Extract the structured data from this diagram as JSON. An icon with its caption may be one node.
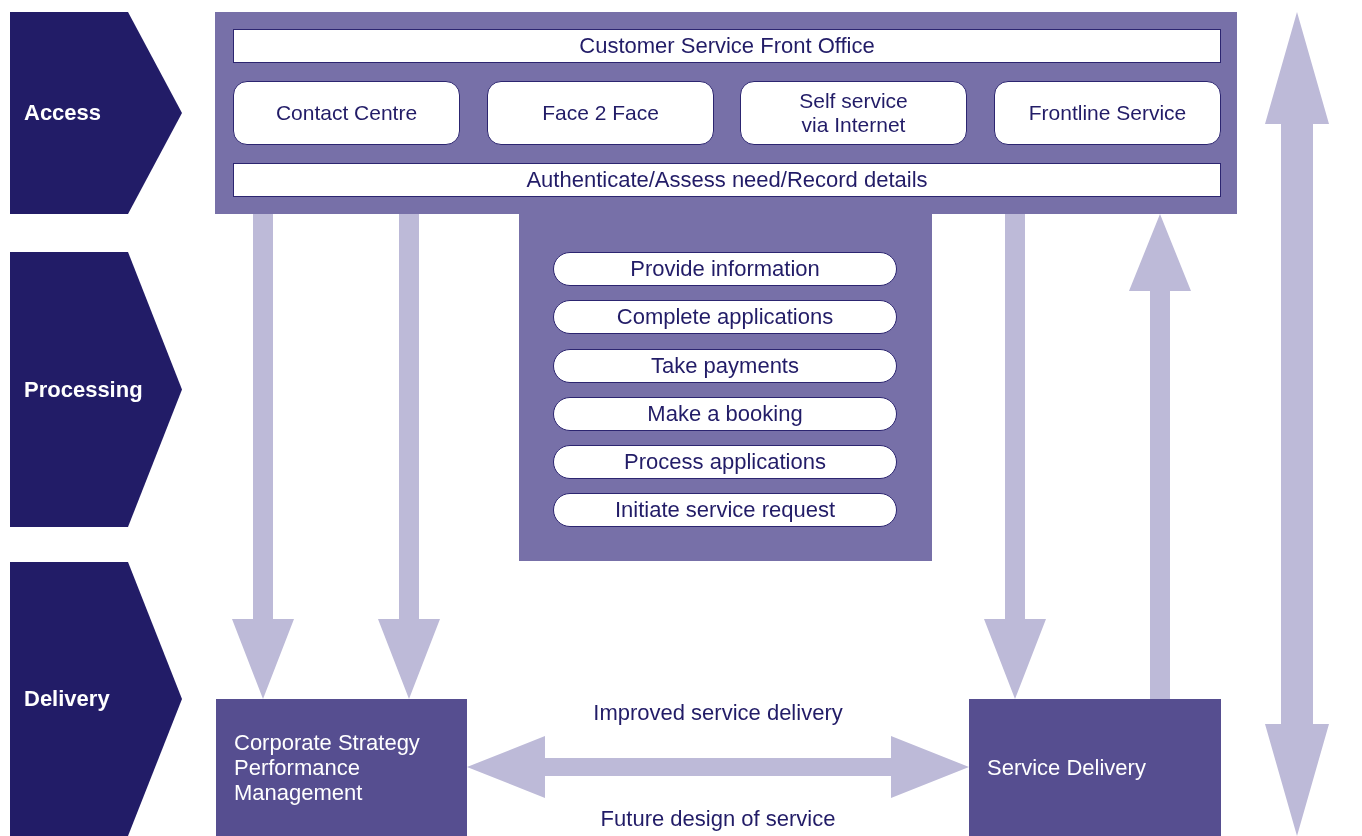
{
  "diagram": {
    "nodes": [
      {
        "text": [
          "Access"
        ]
      },
      {
        "text": [
          "Processing"
        ]
      },
      {
        "text": [
          "Delivery"
        ]
      },
      {
        "text": [],
        "shape": "box"
      },
      {
        "text": [
          "Customer Service Front Office"
        ],
        "in": 3
      },
      {
        "text": [
          "Contact Centre"
        ],
        "in": 3
      },
      {
        "text": [
          "Face 2 Face"
        ],
        "in": 3
      },
      {
        "text": [
          "Self service via Internet"
        ],
        "in": 3
      },
      {
        "text": [
          "Frontline Service"
        ],
        "in": 3
      },
      {
        "text": [
          "Authenticate/Assess need/Record details"
        ],
        "in": 3
      },
      {
        "text": [
          "Provide information"
        ],
        "in": 3
      },
      {
        "text": [
          "Complete applications"
        ],
        "in": 3
      },
      {
        "text": [
          "Take payments"
        ],
        "in": 3
      },
      {
        "text": [
          "Make a booking"
        ],
        "in": 3
      },
      {
        "text": [
          "Process applications"
        ],
        "in": 3
      },
      {
        "text": [
          "Initiate service request"
        ],
        "in": 3
      },
      {
        "text": [
          "Corporate Strategy Performance Management"
        ]
      },
      {
        "text": [
          "Service Delivery"
        ]
      }
    ],
    "edges": [
      {
        "from": 3,
        "to": 16,
        "arrow": "to"
      },
      {
        "from": 3,
        "to": 16,
        "arrow": "to"
      },
      {
        "from": 3,
        "to": 17,
        "arrow": "to"
      },
      {
        "from": 17,
        "to": 3,
        "arrow": "to"
      },
      {
        "from": 16,
        "to": 17,
        "arrow": "both",
        "label": "Improved service delivery"
      }
    ],
    "labels": [
      "Future design of service"
    ]
  }
}
